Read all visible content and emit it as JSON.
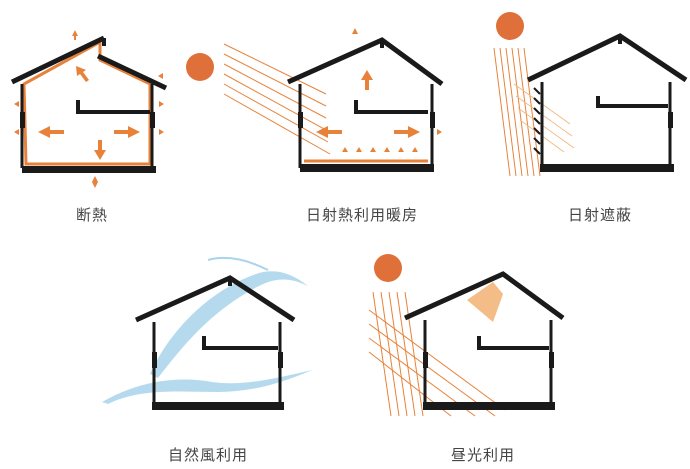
{
  "colors": {
    "outline": "#1a1a1a",
    "accent": "#e8823a",
    "sun": "#e0703a",
    "wind": "#a9d4ea",
    "light_cone": "#f3b57a",
    "caption": "#444444"
  },
  "panels": [
    {
      "id": "insulation",
      "caption": "断熱",
      "icons": [
        "house-icon",
        "heat-arrow-icon"
      ]
    },
    {
      "id": "passive-solar",
      "caption": "日射熱利用暖房",
      "icons": [
        "sun-icon",
        "sun-ray-icon",
        "house-icon"
      ]
    },
    {
      "id": "solar-shading",
      "caption": "日射遮蔽",
      "icons": [
        "sun-icon",
        "louver-icon",
        "house-icon"
      ]
    },
    {
      "id": "natural-ventilation",
      "caption": "自然風利用",
      "icons": [
        "wind-icon",
        "house-icon"
      ]
    },
    {
      "id": "daylighting",
      "caption": "昼光利用",
      "icons": [
        "sun-icon",
        "skylight-icon",
        "house-icon"
      ]
    }
  ]
}
